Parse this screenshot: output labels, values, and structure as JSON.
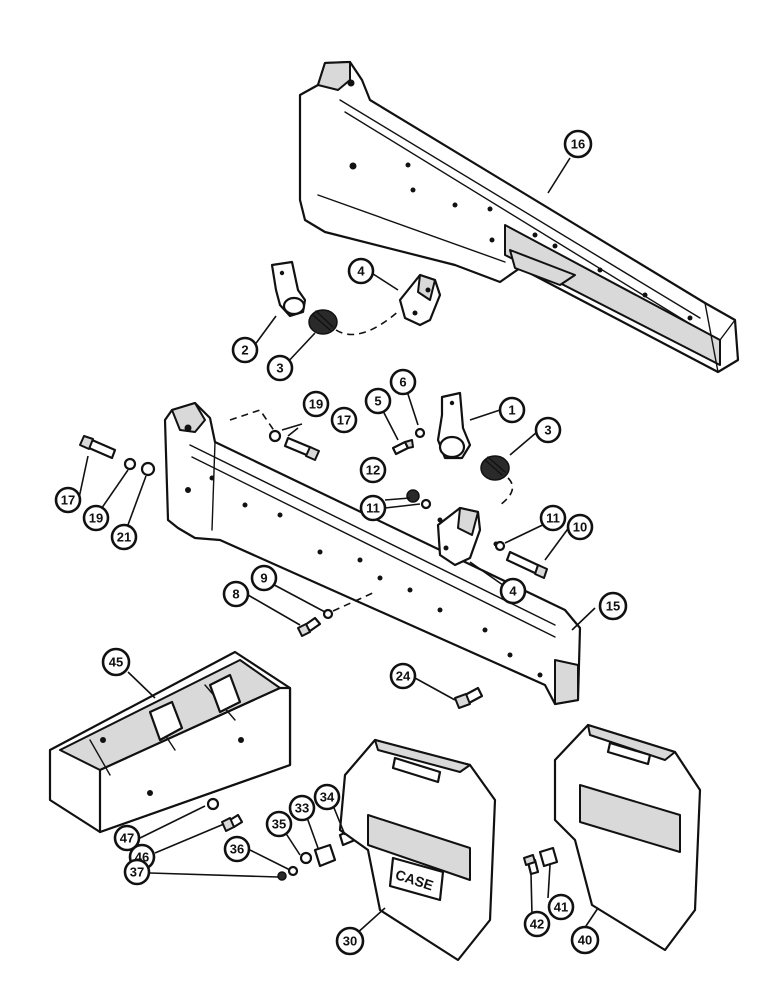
{
  "diagram": {
    "logo_text": "CASE",
    "callouts": {
      "c1": "1",
      "c2": "2",
      "c3a": "3",
      "c3b": "3",
      "c4a": "4",
      "c4b": "4",
      "c5": "5",
      "c6": "6",
      "c8": "8",
      "c9": "9",
      "c10": "10",
      "c11a": "11",
      "c11b": "11",
      "c12": "12",
      "c15": "15",
      "c16": "16",
      "c17a": "17",
      "c17b": "17",
      "c19a": "19",
      "c19b": "19",
      "c21": "21",
      "c24": "24",
      "c30": "30",
      "c33": "33",
      "c34": "34",
      "c35": "35",
      "c36": "36",
      "c37": "37",
      "c40": "40",
      "c41": "41",
      "c42": "42",
      "c45": "45",
      "c46": "46",
      "c47": "47"
    }
  }
}
